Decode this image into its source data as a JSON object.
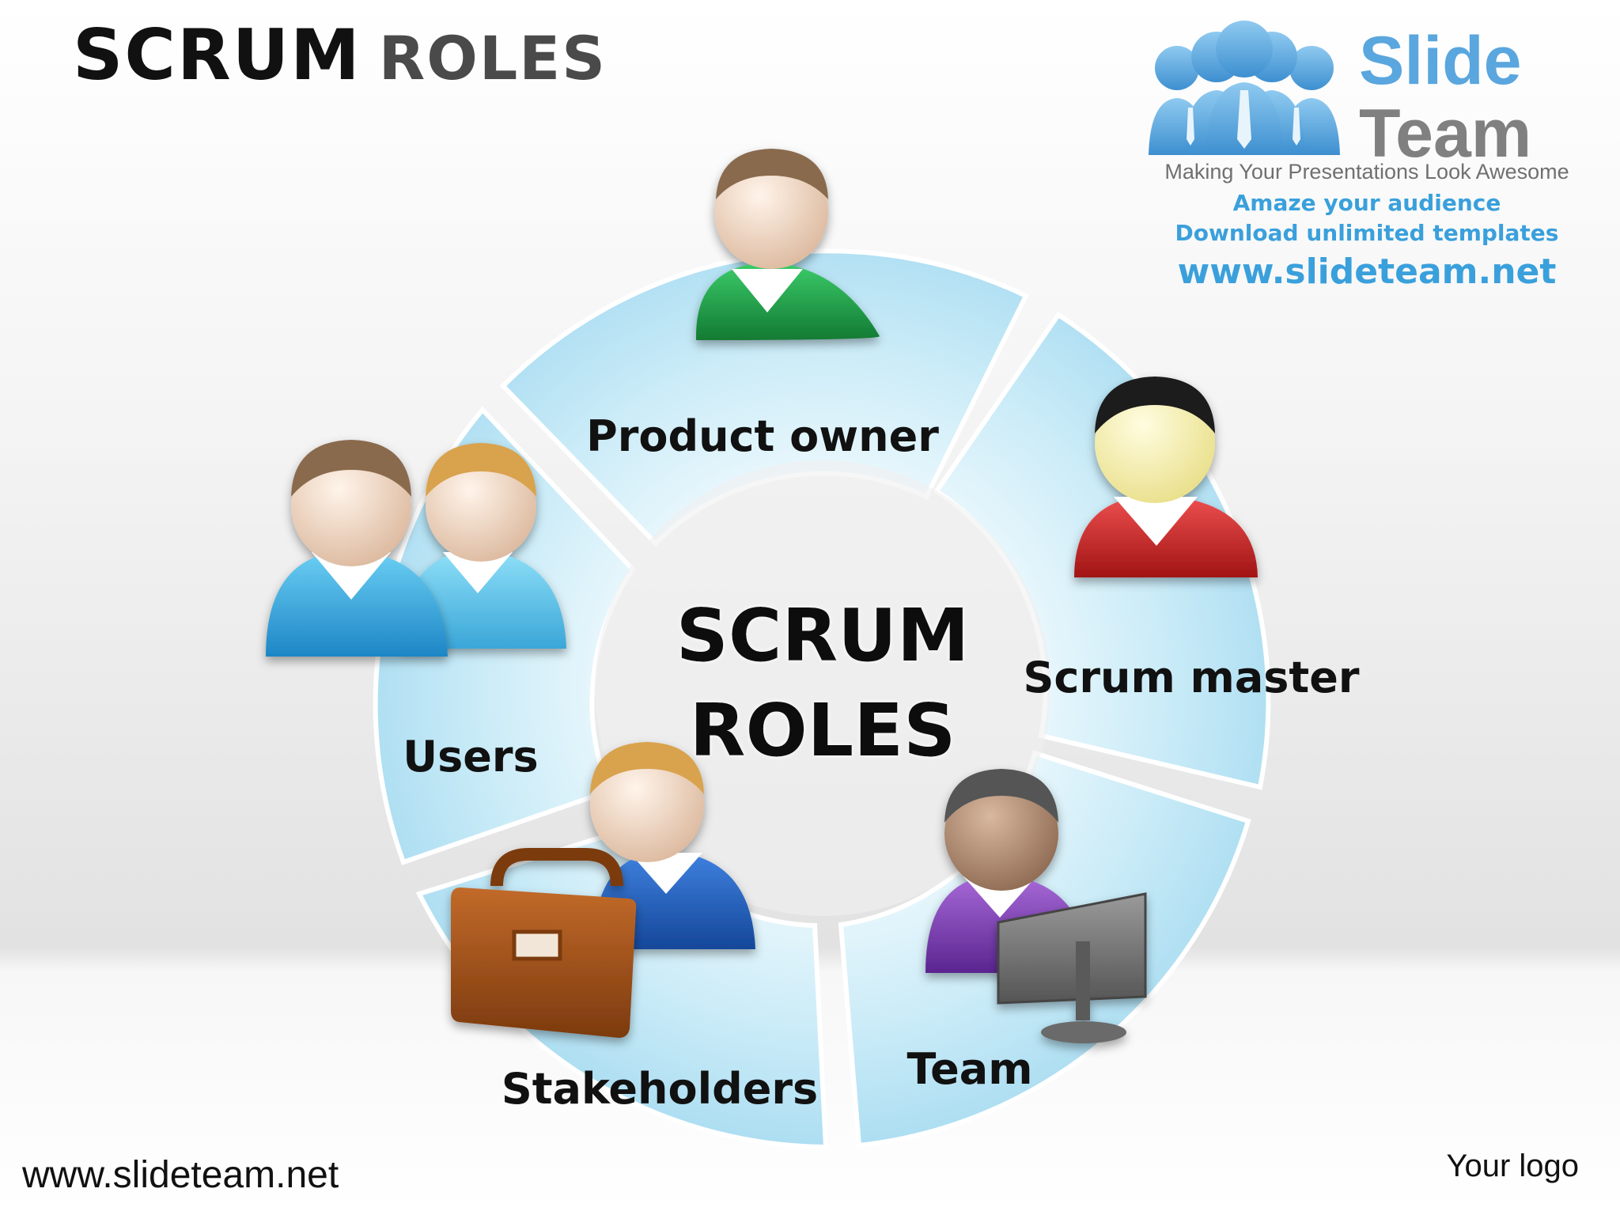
{
  "title": {
    "bold": "SCRUM",
    "light": "ROLES"
  },
  "brand": {
    "name_line1": "Slide",
    "name_line2": "Team",
    "tagline": "Making Your Presentations Look Awesome",
    "line1": "Amaze your audience",
    "line2": "Download unlimited templates",
    "url": "www.slideteam.net"
  },
  "diagram": {
    "center": {
      "line1": "SCRUM",
      "line2": "ROLES"
    },
    "segments": [
      {
        "label": "Product owner"
      },
      {
        "label": "Scrum master"
      },
      {
        "label": "Team"
      },
      {
        "label": "Stakeholders"
      },
      {
        "label": "Users"
      }
    ]
  },
  "colors": {
    "ring": "#bfe6f5",
    "product_owner": "#1e9a45",
    "scrum_master": "#d42a2a",
    "team": "#7a3fb0",
    "stakeholders": "#1f5fc2",
    "users": "#3aa6e0",
    "briefcase": "#a04e14"
  },
  "footer": {
    "url": "www.slideteam.net",
    "logo_text": "Your logo"
  }
}
